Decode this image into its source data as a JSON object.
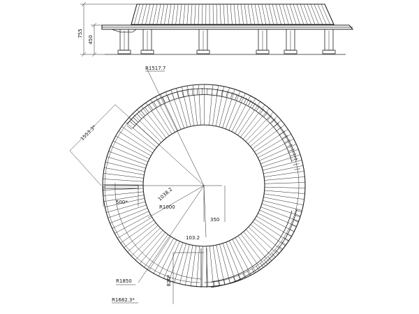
{
  "drawing": {
    "elevation_dims": {
      "total_height": "755",
      "seat_height": "450"
    },
    "plan_dims": {
      "r_outer": "R1517.7",
      "chord": "1553.3*",
      "r_inner_mark": "1038.2",
      "r_center": "R1000",
      "offset_500": "500*",
      "offset_350": "350",
      "offset_103": "103.2",
      "r_sweep": "R1850",
      "depth_820": "820*",
      "r_sweep_inner": "R1682.3*"
    }
  }
}
